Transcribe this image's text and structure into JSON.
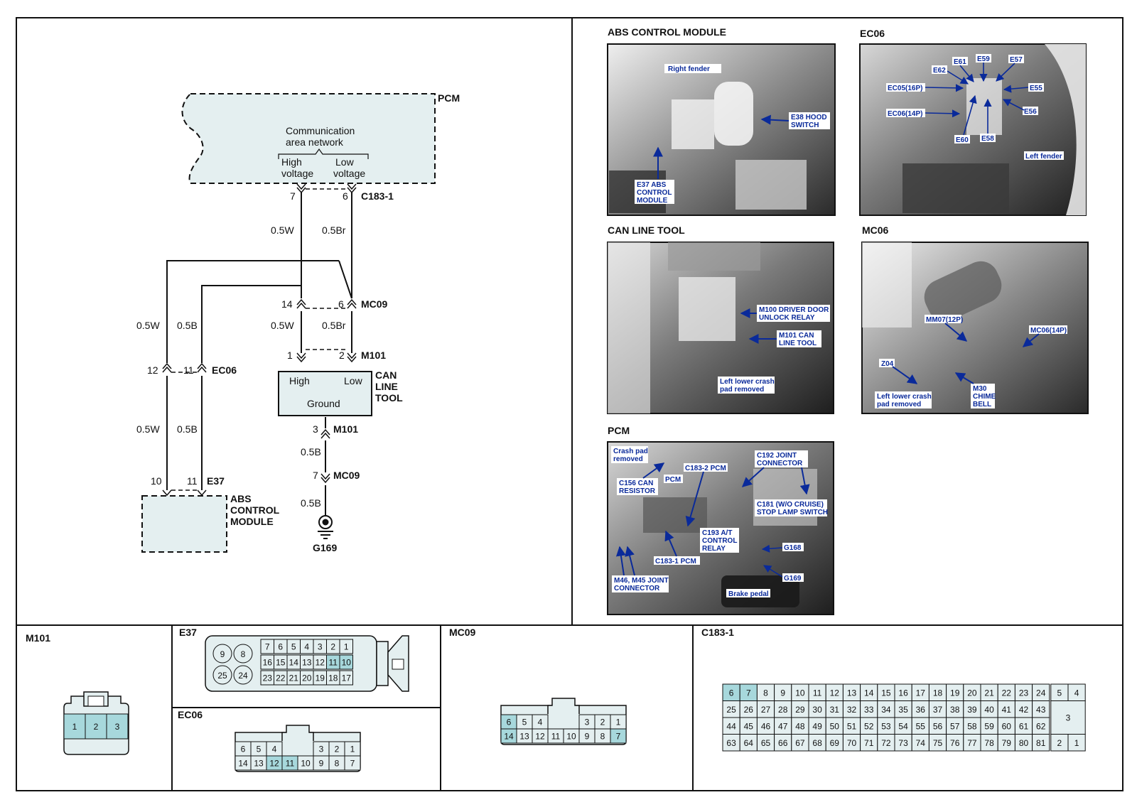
{
  "schematic": {
    "pcm_label": "PCM",
    "pcm_text_line1": "Communication",
    "pcm_text_line2": "area network",
    "high_line1": "High",
    "high_line2": "voltage",
    "low_line1": "Low",
    "low_line2": "voltage",
    "c183_pin_high": "7",
    "c183_pin_low": "6",
    "c183_label": "C183-1",
    "wire_upper_w": "0.5W",
    "wire_upper_br": "0.5Br",
    "mc09_pin_14": "14",
    "mc09_pin_6": "6",
    "mc09_label": "MC09",
    "wire_mid_w": "0.5W",
    "wire_mid_br": "0.5Br",
    "m101_pin_1": "1",
    "m101_pin_2": "2",
    "m101_label": "M101",
    "can_high": "High",
    "can_low": "Low",
    "can_ground": "Ground",
    "can_tool_line1": "CAN",
    "can_tool_line2": "LINE",
    "can_tool_line3": "TOOL",
    "m101_pin_3": "3",
    "m101_label2": "M101",
    "wire_gnd1": "0.5B",
    "mc09_pin_7": "7",
    "mc09_label2": "MC09",
    "wire_gnd2": "0.5B",
    "g169": "G169",
    "left_wire_w1": "0.5W",
    "left_wire_b1": "0.5B",
    "ec06_pin_12": "12",
    "ec06_pin_11": "11",
    "ec06_label": "EC06",
    "left_wire_w2": "0.5W",
    "left_wire_b2": "0.5B",
    "e37_pin_10": "10",
    "e37_pin_11": "11",
    "e37_label": "E37",
    "abs_line1": "ABS",
    "abs_line2": "CONTROL",
    "abs_line3": "MODULE"
  },
  "photos": {
    "abs": {
      "title": "ABS CONTROL MODULE",
      "callouts": [
        "Right fender",
        "E38 HOOD",
        "SWITCH",
        "E37 ABS",
        "CONTROL",
        "MODULE"
      ]
    },
    "ec06": {
      "title": "EC06",
      "callouts": [
        "E61",
        "E59",
        "E57",
        "E62",
        "EC05(16P)",
        "E55",
        "EC06(14P)",
        "E56",
        "E60",
        "E58",
        "Left fender"
      ]
    },
    "can": {
      "title": "CAN LINE TOOL",
      "callouts": [
        "M100 DRIVER DOOR",
        "UNLOCK RELAY",
        "M101 CAN",
        "LINE TOOL",
        "Left lower crash",
        "pad removed"
      ]
    },
    "mc06": {
      "title": "MC06",
      "callouts": [
        "MM07(12P)",
        "MC06(14P)",
        "Z04",
        "Left lower crash",
        "pad removed",
        "M30",
        "CHIME",
        "BELL"
      ]
    },
    "pcm": {
      "title": "PCM",
      "callouts": [
        "Crash pad",
        "removed",
        "C192 JOINT",
        "CONNECTOR",
        "C183-2 PCM",
        "PCM",
        "C156 CAN",
        "RESISTOR",
        "C181 (W/O CRUISE)",
        "STOP LAMP SWITCH",
        "C193 A/T",
        "CONTROL",
        "RELAY",
        "G168",
        "C183-1 PCM",
        "M46, M45 JOINT",
        "CONNECTOR",
        "G169",
        "Brake pedal"
      ]
    }
  },
  "connectors": {
    "m101": {
      "title": "M101",
      "pins": [
        "1",
        "2",
        "3"
      ]
    },
    "e37": {
      "title": "E37",
      "big_pins": [
        "9",
        "8",
        "25",
        "24"
      ],
      "row1": [
        "7",
        "6",
        "5",
        "4",
        "3",
        "2",
        "1"
      ],
      "row2": [
        "16",
        "15",
        "14",
        "13",
        "12",
        "11",
        "10"
      ],
      "row3": [
        "23",
        "22",
        "21",
        "20",
        "19",
        "18",
        "17"
      ]
    },
    "ec06": {
      "title": "EC06",
      "top": [
        "6",
        "5",
        "4",
        "3",
        "2",
        "1"
      ],
      "bottom": [
        "14",
        "13",
        "12",
        "11",
        "10",
        "9",
        "8",
        "7"
      ]
    },
    "mc09": {
      "title": "MC09",
      "top": [
        "6",
        "5",
        "4",
        "3",
        "2",
        "1"
      ],
      "bottom": [
        "14",
        "13",
        "12",
        "11",
        "10",
        "9",
        "8",
        "7"
      ]
    },
    "c183": {
      "title": "C183-1",
      "row1": [
        "6",
        "7",
        "8",
        "9",
        "10",
        "11",
        "12",
        "13",
        "14",
        "15",
        "16",
        "17",
        "18",
        "19",
        "20",
        "21",
        "22",
        "23",
        "24"
      ],
      "row2": [
        "25",
        "26",
        "27",
        "28",
        "29",
        "30",
        "31",
        "32",
        "33",
        "34",
        "35",
        "36",
        "37",
        "38",
        "39",
        "40",
        "41",
        "42",
        "43"
      ],
      "row3": [
        "44",
        "45",
        "46",
        "47",
        "48",
        "49",
        "50",
        "51",
        "52",
        "53",
        "54",
        "55",
        "56",
        "57",
        "58",
        "59",
        "60",
        "61",
        "62"
      ],
      "row4": [
        "63",
        "64",
        "65",
        "66",
        "67",
        "68",
        "69",
        "70",
        "71",
        "72",
        "73",
        "74",
        "75",
        "76",
        "77",
        "78",
        "79",
        "80",
        "81"
      ],
      "side_top": [
        "5",
        "4"
      ],
      "side_mid": "3",
      "side_bottom": [
        "2",
        "1"
      ]
    }
  },
  "colors": {
    "highlight": "#a7d8dc",
    "fill_light": "#e4eff0",
    "callout": "#0a2a9a",
    "photo_dark": "#2c2c2c"
  }
}
